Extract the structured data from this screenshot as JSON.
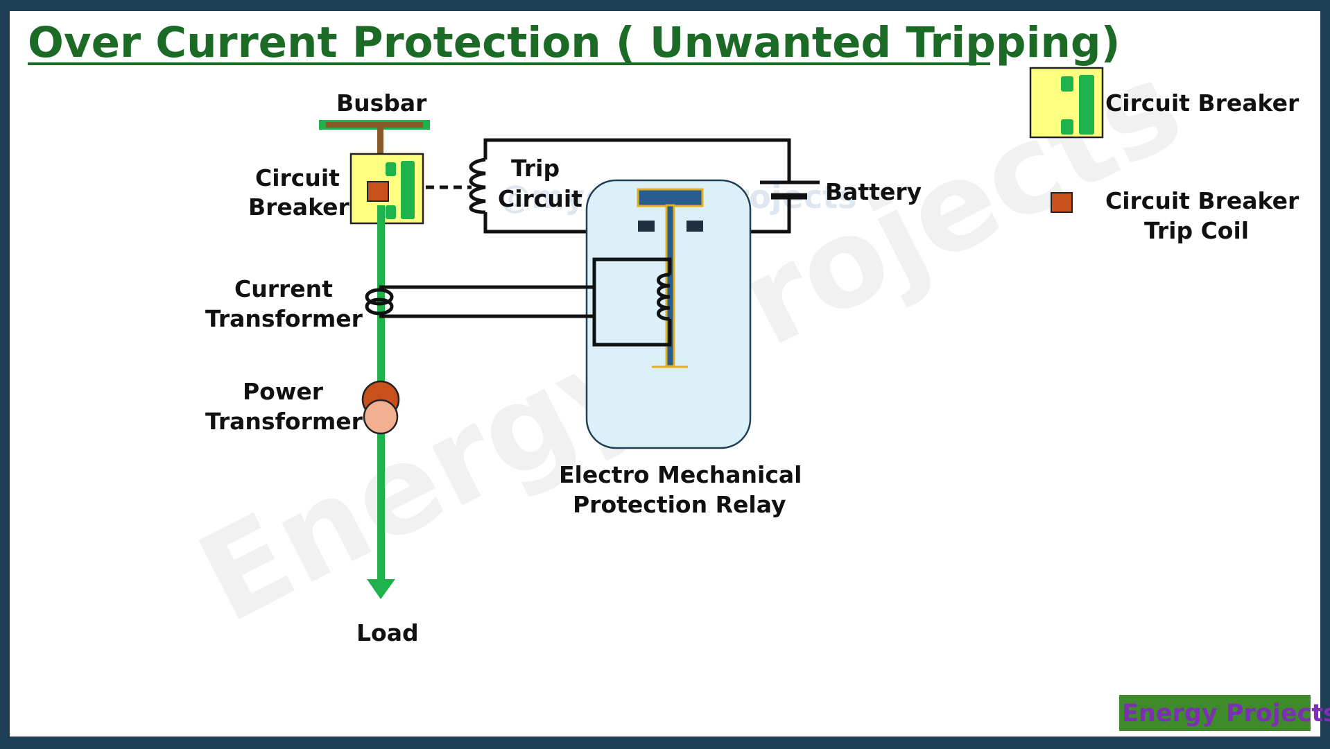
{
  "title": "Over Current Protection ( Unwanted Tripping)",
  "labels": {
    "busbar": "Busbar",
    "circuit_breaker_line1": "Circuit",
    "circuit_breaker_line2": "Breaker",
    "trip_circuit_line1": "Trip",
    "trip_circuit_line2": "Circuit",
    "battery": "Battery",
    "current_transformer_line1": "Current",
    "current_transformer_line2": "Transformer",
    "power_transformer_line1": "Power",
    "power_transformer_line2": "Transformer",
    "relay_line1": "Electro Mechanical",
    "relay_line2": "Protection Relay",
    "load": "Load"
  },
  "legend": {
    "circuit_breaker": "Circuit Breaker",
    "trip_coil_line1": "Circuit Breaker",
    "trip_coil_line2": "Trip Coil"
  },
  "watermark": {
    "main": "Energy Projects",
    "handle": "@myenergyprojects"
  },
  "brand": "Energy Projects",
  "colors": {
    "title": "#1b6b27",
    "frame": "#1e3f56",
    "line_green": "#1fb24a",
    "busbar_brown": "#8b5a2b",
    "breaker_fill": "#ffff80",
    "trip_coil": "#c8501a",
    "relay_fill": "#dcf0fa",
    "relay_armature": "#2a5d8f",
    "relay_armature_edge": "#e0b020",
    "pt_upper": "#c8501a",
    "pt_lower": "#f2b090",
    "brand_bg": "#3f8a2a",
    "brand_text": "#7c2fb3"
  }
}
